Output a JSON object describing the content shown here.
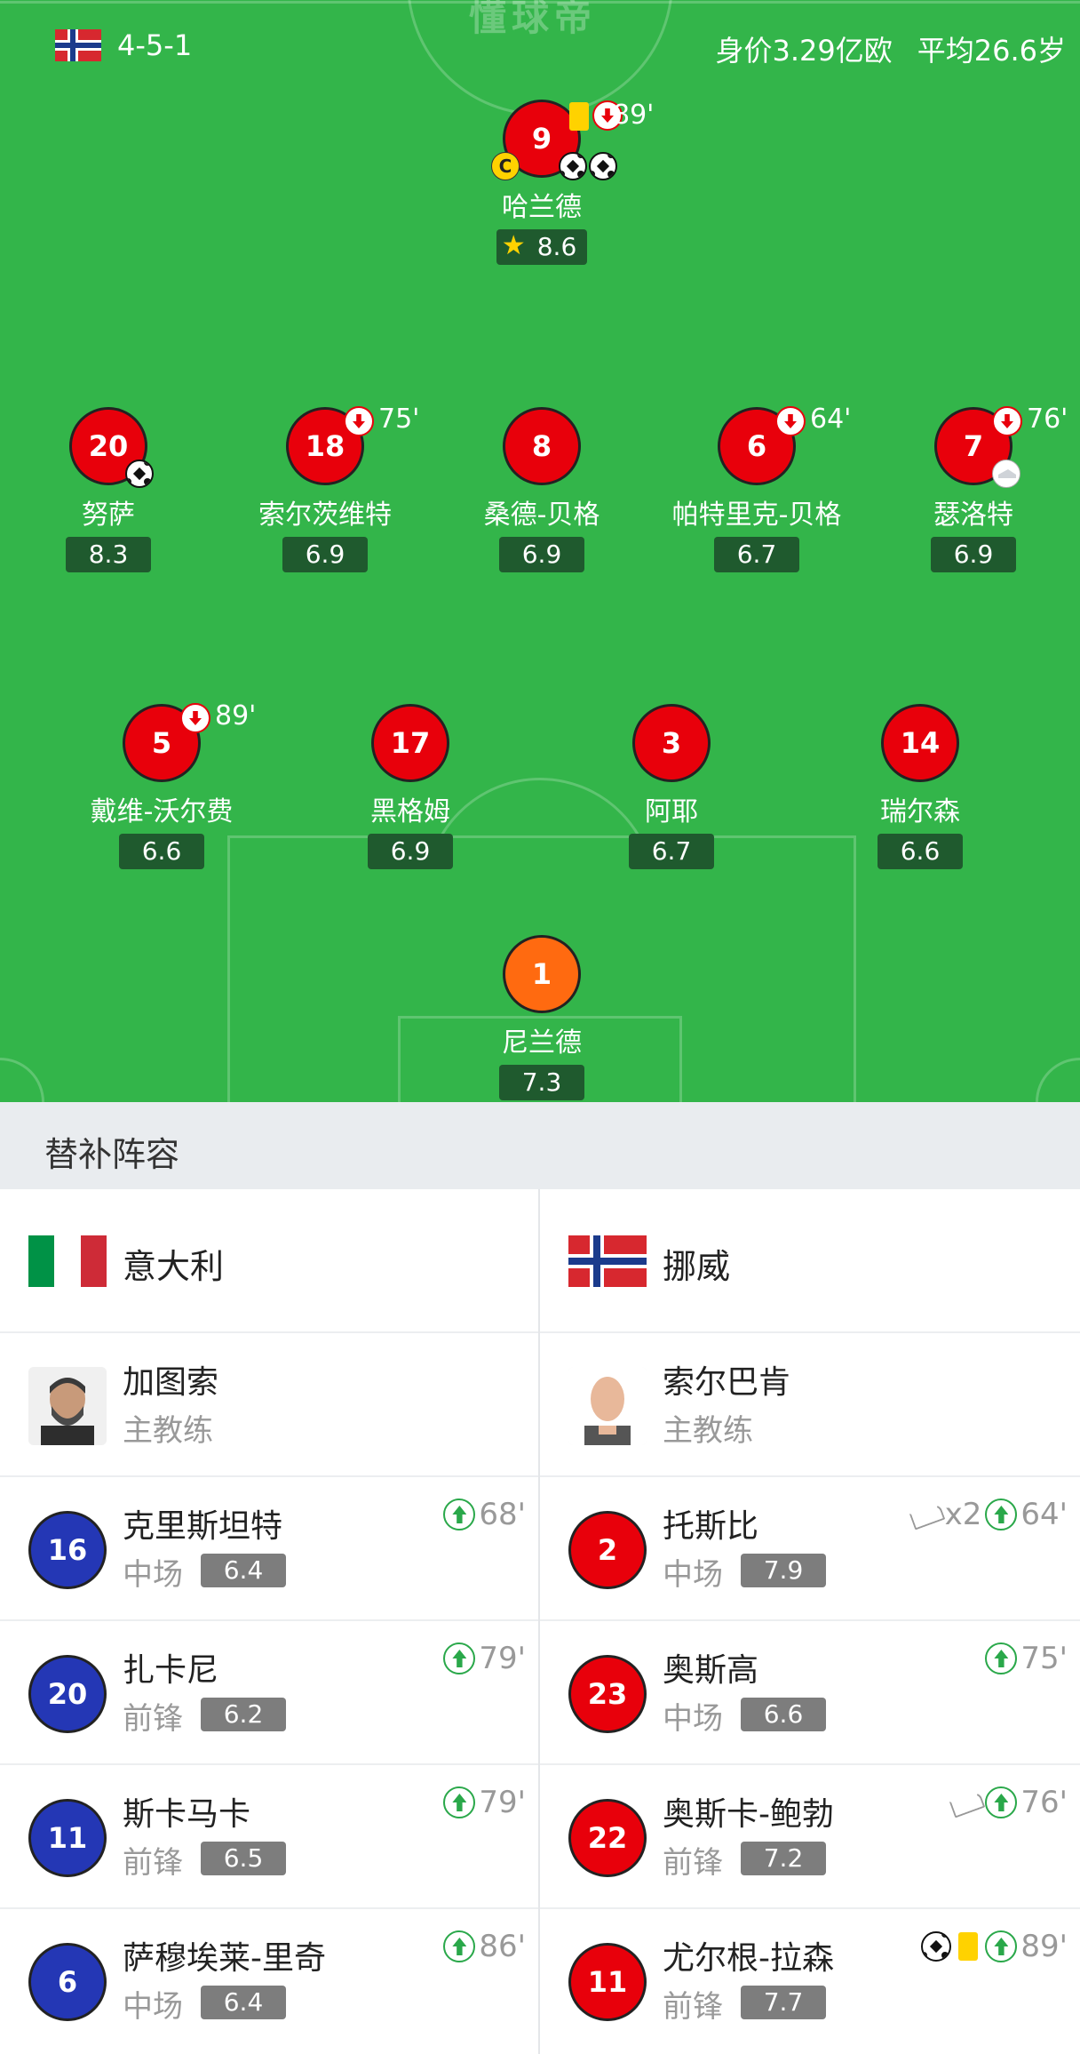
{
  "lineup": {
    "formation": "4-5-1",
    "market_value": "身价3.29亿欧",
    "avg_age": "平均26.6岁",
    "watermark": "懂球帝",
    "players": [
      {
        "number": "9",
        "name": "哈兰德",
        "rating": "8.6",
        "sub_min": "89'"
      },
      {
        "number": "20",
        "name": "努萨",
        "rating": "8.3"
      },
      {
        "number": "18",
        "name": "索尔茨维特",
        "rating": "6.9",
        "sub_min": "75'"
      },
      {
        "number": "8",
        "name": "桑德-贝格",
        "rating": "6.9"
      },
      {
        "number": "6",
        "name": "帕特里克-贝格",
        "rating": "6.7",
        "sub_min": "64'"
      },
      {
        "number": "7",
        "name": "瑟洛特",
        "rating": "6.9",
        "sub_min": "76'"
      },
      {
        "number": "5",
        "name": "戴维-沃尔费",
        "rating": "6.6",
        "sub_min": "89'"
      },
      {
        "number": "17",
        "name": "黑格姆",
        "rating": "6.9"
      },
      {
        "number": "3",
        "name": "阿耶",
        "rating": "6.7"
      },
      {
        "number": "14",
        "name": "瑞尔森",
        "rating": "6.6"
      },
      {
        "number": "1",
        "name": "尼兰德",
        "rating": "7.3"
      }
    ],
    "captain_label": "C"
  },
  "subs": {
    "title": "替补阵容",
    "italy": {
      "team_name": "意大利",
      "coach_name": "加图索",
      "coach_role": "主教练",
      "flag_colors": [
        "#009246",
        "#ffffff",
        "#ce2b37"
      ],
      "players": [
        {
          "number": "16",
          "name": "克里斯坦特",
          "position": "中场",
          "rating": "6.4",
          "sub_in": "68'"
        },
        {
          "number": "20",
          "name": "扎卡尼",
          "position": "前锋",
          "rating": "6.2",
          "sub_in": "79'"
        },
        {
          "number": "11",
          "name": "斯卡马卡",
          "position": "前锋",
          "rating": "6.5",
          "sub_in": "79'"
        },
        {
          "number": "6",
          "name": "萨穆埃莱-里奇",
          "position": "中场",
          "rating": "6.4",
          "sub_in": "86'"
        }
      ]
    },
    "norway": {
      "team_name": "挪威",
      "coach_name": "索尔巴肯",
      "coach_role": "主教练",
      "players": [
        {
          "number": "2",
          "name": "托斯比",
          "position": "中场",
          "rating": "7.9",
          "assist_count": "x2",
          "sub_in": "64'"
        },
        {
          "number": "23",
          "name": "奥斯高",
          "position": "中场",
          "rating": "6.6",
          "sub_in": "75'"
        },
        {
          "number": "22",
          "name": "奥斯卡-鲍勃",
          "position": "前锋",
          "rating": "7.2",
          "sub_in": "76'"
        },
        {
          "number": "11",
          "name": "尤尔根-拉森",
          "position": "前锋",
          "rating": "7.7",
          "sub_in": "89'"
        }
      ]
    }
  },
  "colors": {
    "pitch": "#33b54a",
    "player_red": "#e8000b",
    "goalkeeper": "#ff6a10",
    "italy_blue": "#2437b5",
    "rating_bg": "#1f5a2e",
    "sub_up": "#2aa84a"
  }
}
